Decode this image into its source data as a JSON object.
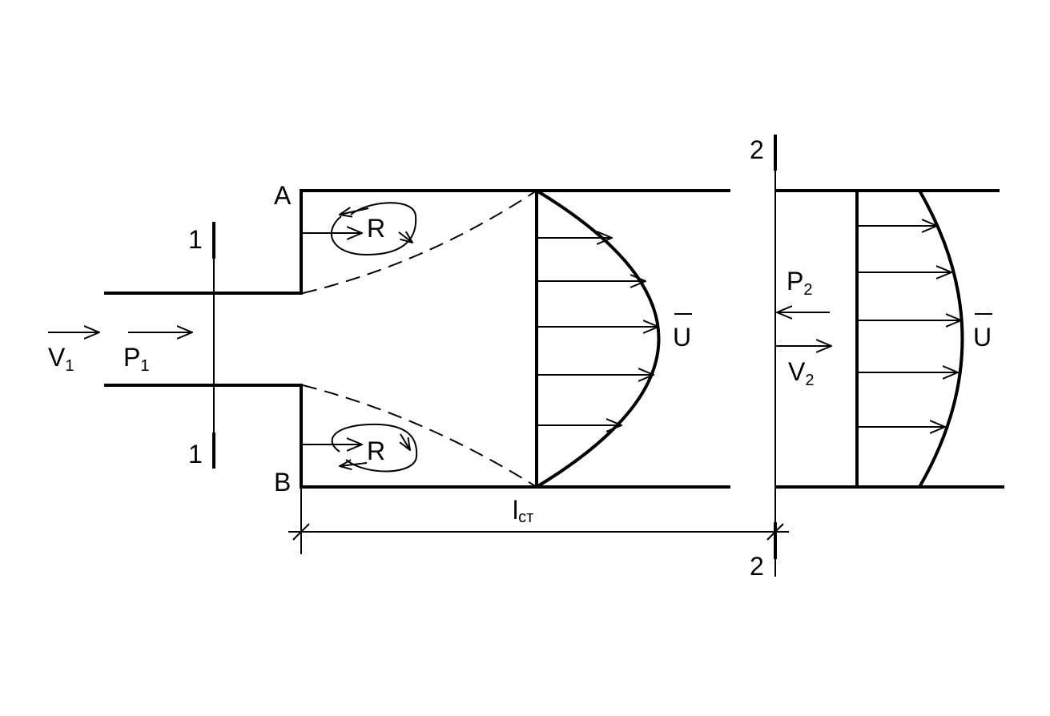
{
  "labels": {
    "section1_top": "1",
    "section1_bottom": "1",
    "section2_top": "2",
    "section2_bottom": "2",
    "corner_a": "A",
    "corner_b": "B",
    "v1_letter": "V",
    "v1_sub": "1",
    "p1_letter": "P",
    "p1_sub": "1",
    "p2_letter": "P",
    "p2_sub": "2",
    "v2_letter": "V",
    "v2_sub": "2",
    "u_mean_1": "U",
    "u_mean_2": "U",
    "vortex_top": "R",
    "vortex_bottom": "R",
    "length_letter": "l",
    "length_sub": "ст"
  }
}
